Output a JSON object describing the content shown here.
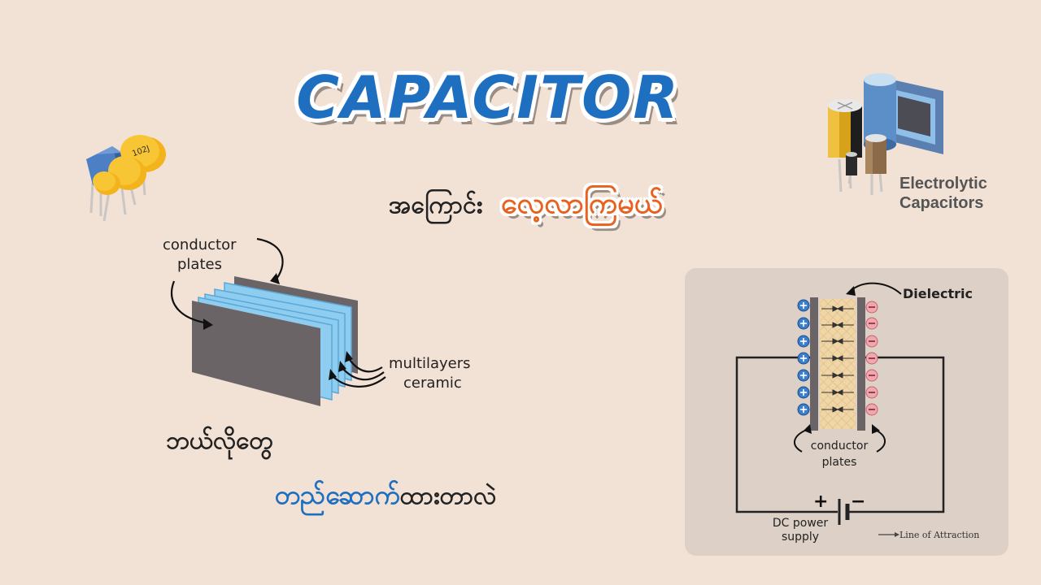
{
  "title": "CAPACITOR",
  "subtitle": {
    "about": "အကြောင်း",
    "study": "လေ့လာကြမယ်"
  },
  "question": {
    "how": "ဘယ်လိုတွေ",
    "construct_highlight": "တည်ဆောက်",
    "construct_rest": "ထားတာလဲ"
  },
  "layer_diagram": {
    "conductor_plates_label_line1": "conductor",
    "conductor_plates_label_line2": "plates",
    "ceramic_label_line1": "multilayers",
    "ceramic_label_line2": "ceramic"
  },
  "electrolytic": {
    "line1": "Electrolytic",
    "line2": "Capacitors"
  },
  "ceramic_cap_marking": "102J",
  "circuit": {
    "dielectric_label": "Dielectric",
    "plates_line1": "conductor",
    "plates_line2": "plates",
    "supply_line1": "DC power",
    "supply_line2": "supply",
    "plus": "+",
    "minus": "−",
    "legend": "Line of Attraction"
  },
  "colors": {
    "background": "#f2e2d6",
    "title_blue": "#1e6fc0",
    "accent_orange": "#e8611f",
    "plate_gray": "#6b6466",
    "ceramic_blue": "#8fcdf0"
  }
}
